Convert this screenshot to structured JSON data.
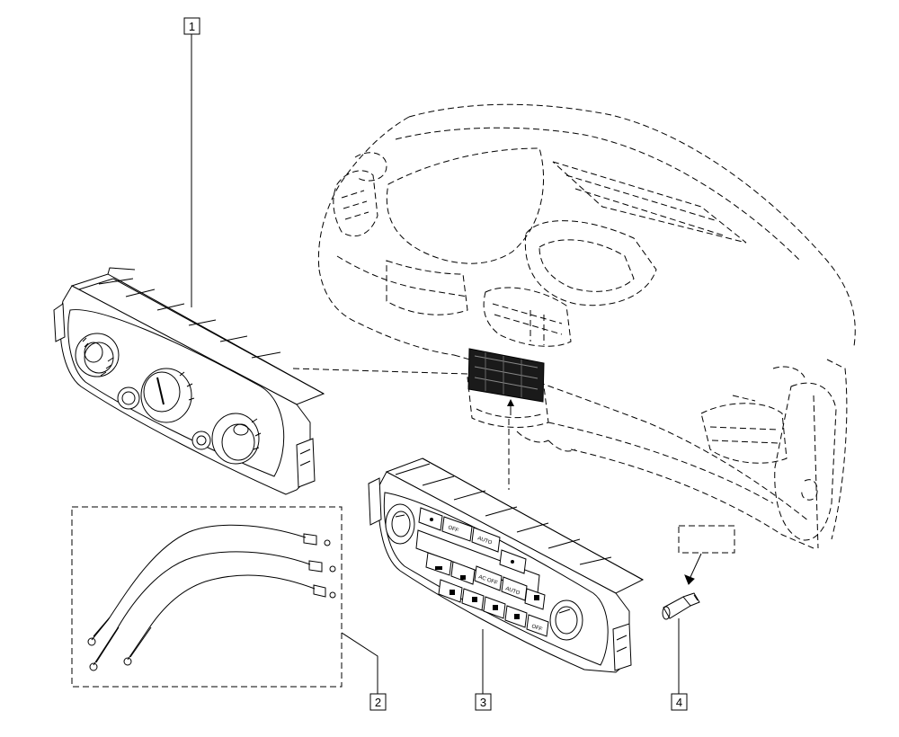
{
  "callouts": [
    {
      "id": "1",
      "label": "1"
    },
    {
      "id": "2",
      "label": "2"
    },
    {
      "id": "3",
      "label": "3"
    },
    {
      "id": "4",
      "label": "4"
    }
  ],
  "panel3_buttons": {
    "off_top": "OFF",
    "auto": "AUTO",
    "ac_off": "AC OFF",
    "auto_right": "AUTO",
    "off_bottom": "OFF"
  },
  "colors": {
    "line": "#000000",
    "background": "#ffffff"
  }
}
